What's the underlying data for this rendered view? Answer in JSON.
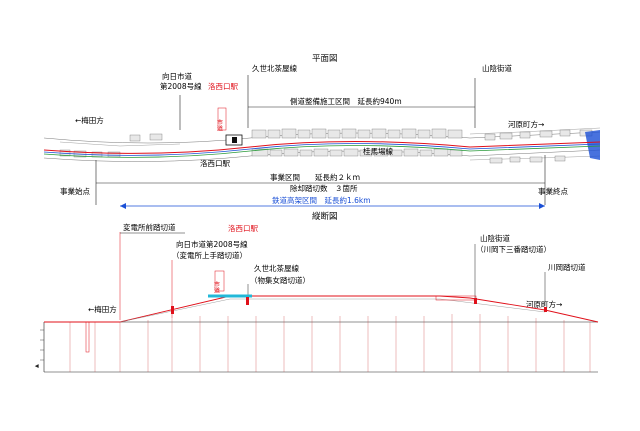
{
  "plan": {
    "title": "平面図",
    "labels": {
      "road_muko": "向日市道",
      "road_muko_no": "第2008号線",
      "kuse_line": "久世北茶屋線",
      "sanin_road": "山陰街道",
      "rakusai_station_red": "洛西口駅",
      "rakusai_station": "洛西口駅",
      "to_umeda": "←梅田方",
      "to_kawaramachi": "河原町方→",
      "side_road_section": "側道整備施工区間　延長約940m",
      "katsura_line": "桂馬場線",
      "ichido": "市道",
      "project_section": "事業区間　　延長約２ｋｍ",
      "removed_crossings": "除却踏切数　３箇所",
      "project_start": "事業始点",
      "project_end": "事業終点",
      "elevated_section": "鉄道高架区間　延長約1.6km"
    }
  },
  "profile": {
    "title": "縦断図",
    "labels": {
      "hendensho_mae": "変電所前踏切道",
      "rakusai_station": "洛西口駅",
      "road_muko_full": "向日市道第2008号線",
      "hendensho_ue": "（変電所上手踏切道）",
      "kuse_line": "久世北茶屋線",
      "monomi": "（物集女踏切道）",
      "sanin_road": "山陰街道",
      "kawaoka": "（川岡下三番踏切道）",
      "kawaoka_crossing": "川岡踏切道",
      "to_umeda": "←梅田方",
      "to_kawaramachi": "河原町方→",
      "ichido": "市道"
    }
  },
  "colors": {
    "red": "#e0101a",
    "blue": "#1a4fd6",
    "cyan": "#22b8d8",
    "green": "#2a9a3a",
    "line": "#222222"
  }
}
